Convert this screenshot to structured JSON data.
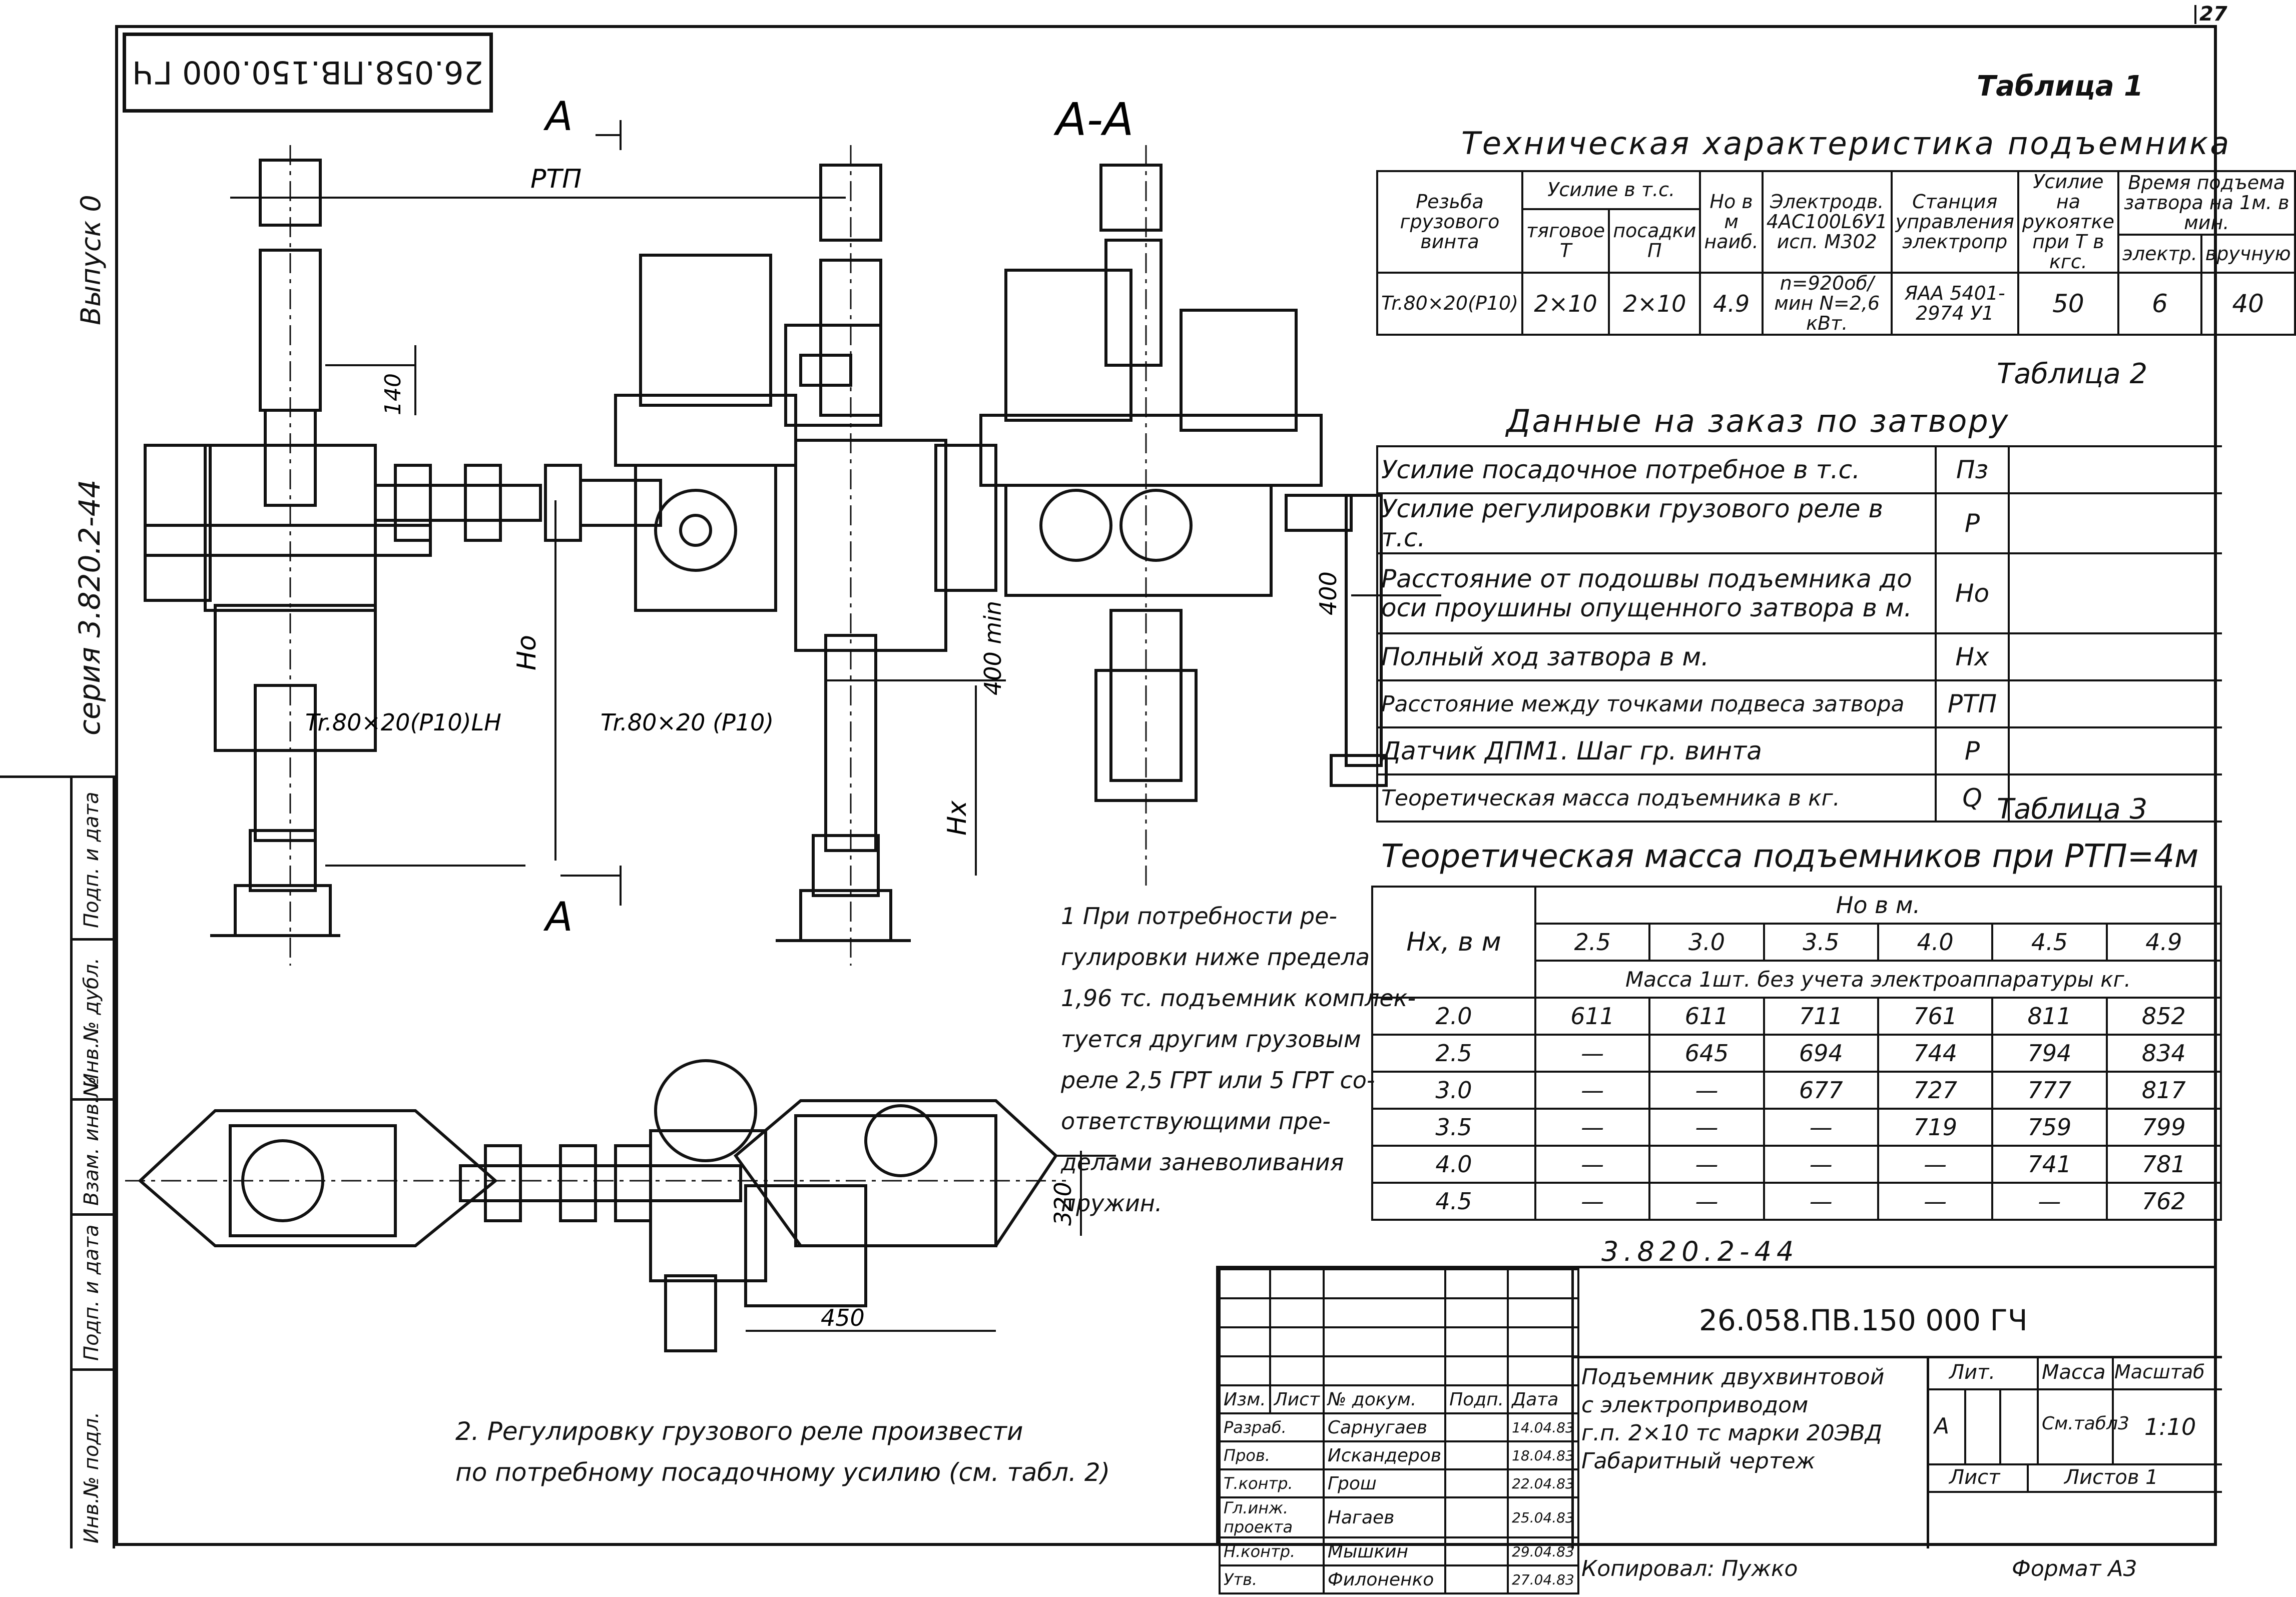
{
  "sheet_number": "27",
  "stamp": "26.058.ПВ.150.000 ГЧ",
  "side": {
    "issue": "Выпуск 0",
    "series": "серия 3.820.2-44",
    "cols": [
      "Инв.№ подл.",
      "Подп. и дата",
      "Взам. инв.№",
      "Инв.№ дубл.",
      "Подп. и дата"
    ]
  },
  "drawing": {
    "section_left": "А",
    "section_view": "А-А",
    "rtp": "РТП",
    "dim_140": "140",
    "dim_ho": "Но",
    "dim_hx": "Нх",
    "dim_400min": "400 min",
    "dim_400": "400",
    "dim_320": "320",
    "dim_450": "450",
    "thread_left": "Tr.80×20(P10)LH",
    "thread_right": "Tr.80×20 (P10)"
  },
  "table1": {
    "caption": "Таблица 1",
    "title": "Техническая характеристика подъемника",
    "headers": {
      "thread": "Резьба грузового винта",
      "force": "Усилие в т.с.",
      "force_lift": "тяговое Т",
      "force_seat": "посадки П",
      "ho": "Но в м наиб.",
      "motor": "Электродв. 4АС100L6У1 исп. М302",
      "station": "Станция управления электропр",
      "handle": "Усилие на рукоятке при Т в кгс.",
      "time": "Время подъема затвора на 1м. в мин.",
      "time_el": "электр.",
      "time_hand": "вручную"
    },
    "row": [
      "Tr.80×20(P10)",
      "2×10",
      "2×10",
      "4.9",
      "n=920об/мин N=2,6 кВт.",
      "ЯАА 5401-2974 У1",
      "50",
      "6",
      "40"
    ]
  },
  "table2": {
    "caption": "Таблица 2",
    "title": "Данные на заказ по затвору",
    "rows": [
      {
        "label": "Усилие посадочное потребное в т.с.",
        "sym": "Пз"
      },
      {
        "label": "Усилие регулировки грузового реле в т.с.",
        "sym": "Р"
      },
      {
        "label": "Расстояние от подошвы подъемника до оси проушины опущенного затвора в м.",
        "sym": "Но"
      },
      {
        "label": "Полный ход затвора в м.",
        "sym": "Нх"
      },
      {
        "label": "Расстояние между точками подвеса затвора",
        "sym": "РТП"
      },
      {
        "label": "Датчик ДПМ1. Шаг гр. винта",
        "sym": "Р"
      },
      {
        "label": "Теоретическая масса подъемника в кг.",
        "sym": "Q"
      }
    ]
  },
  "table3": {
    "caption": "Таблица 3",
    "title": "Теоретическая масса подъемников при РТП=4м",
    "hx_header": "Нх, в м",
    "ho_header": "Но в м.",
    "ho_values": [
      "2.5",
      "3.0",
      "3.5",
      "4.0",
      "4.5",
      "4.9"
    ],
    "mass_header": "Масса 1шт. без учета электроаппаратуры кг.",
    "rows": [
      {
        "hx": "2.0",
        "v": [
          "611",
          "611",
          "711",
          "761",
          "811",
          "852"
        ]
      },
      {
        "hx": "2.5",
        "v": [
          "—",
          "645",
          "694",
          "744",
          "794",
          "834"
        ]
      },
      {
        "hx": "3.0",
        "v": [
          "—",
          "—",
          "677",
          "727",
          "777",
          "817"
        ]
      },
      {
        "hx": "3.5",
        "v": [
          "—",
          "—",
          "—",
          "719",
          "759",
          "799"
        ]
      },
      {
        "hx": "4.0",
        "v": [
          "—",
          "—",
          "—",
          "—",
          "741",
          "781"
        ]
      },
      {
        "hx": "4.5",
        "v": [
          "—",
          "—",
          "—",
          "—",
          "—",
          "762"
        ]
      }
    ]
  },
  "notes": {
    "n1": [
      "1 При потребности ре-",
      "гулировки ниже предела",
      "1,96 тс. подъемник комплек-",
      "туется другим грузовым",
      "реле 2,5 ГРТ или 5 ГРТ со-",
      "ответствующими пре-",
      "делами заневоливания",
      "пружин."
    ],
    "n2": [
      "2. Регулировку грузового реле произвести",
      "по потребному посадочному усилию (см. табл. 2)"
    ]
  },
  "title_block": {
    "series_code": "3.820.2-44",
    "doc_code": "26.058.ПВ.150 000 ГЧ",
    "name": [
      "Подъемник двухвинтовой",
      "с электроприводом",
      "г.п. 2×10 тс марки 20ЭВД",
      "Габаритный чертеж"
    ],
    "lit_label": "Лит.",
    "mass_label": "Масса",
    "scale_label": "Масштаб",
    "lit": "А",
    "mass": "См.табл3",
    "scale": "1:10",
    "sheet_label": "Лист",
    "sheets_label": "Листов 1",
    "head": [
      "Изм.",
      "Лист",
      "№ докум.",
      "Подп.",
      "Дата"
    ],
    "people": [
      {
        "role": "Разраб.",
        "name": "Сарнугаев",
        "date": "14.04.83"
      },
      {
        "role": "Пров.",
        "name": "Искандеров",
        "date": "18.04.83"
      },
      {
        "role": "Т.контр.",
        "name": "Грош",
        "date": "22.04.83"
      },
      {
        "role": "Гл.инж. проекта",
        "name": "Нагаев",
        "date": "25.04.83"
      },
      {
        "role": "Н.контр.",
        "name": "Мышкин",
        "date": "29.04.83"
      },
      {
        "role": "Утв.",
        "name": "Филоненко",
        "date": "27.04.83"
      }
    ]
  },
  "footer": {
    "copied": "Копировал: Пужко",
    "format": "Формат А3"
  }
}
